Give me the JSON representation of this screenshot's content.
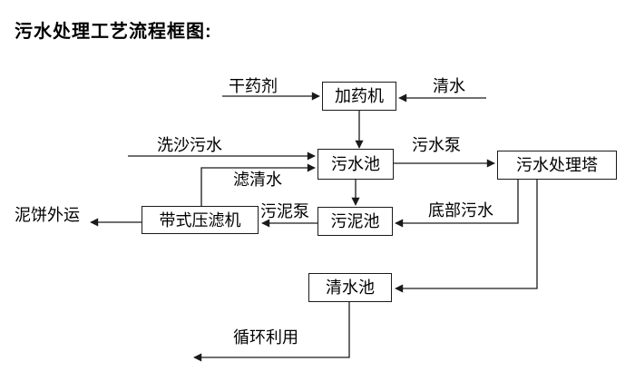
{
  "title": "污水处理工艺流程框图:",
  "nodes": {
    "dosing_machine": "加药机",
    "sewage_pool": "污水池",
    "treatment_tower": "污水处理塔",
    "sludge_pool": "污泥池",
    "belt_filter_press": "带式压滤机",
    "clear_water_pool": "清水池"
  },
  "flow_labels": {
    "dry_chemical": "干药剂",
    "clean_water": "清水",
    "sand_washing_sewage": "洗沙污水",
    "filtered_water": "滤清水",
    "sewage_pump": "污水泵",
    "sludge_pump": "污泥泵",
    "bottom_sewage": "底部污水",
    "mud_cake_out": "泥饼外运",
    "recycle_use": "循环利用"
  },
  "colors": {
    "line": "#1a1a1a",
    "text": "#000000",
    "background": "#ffffff"
  }
}
